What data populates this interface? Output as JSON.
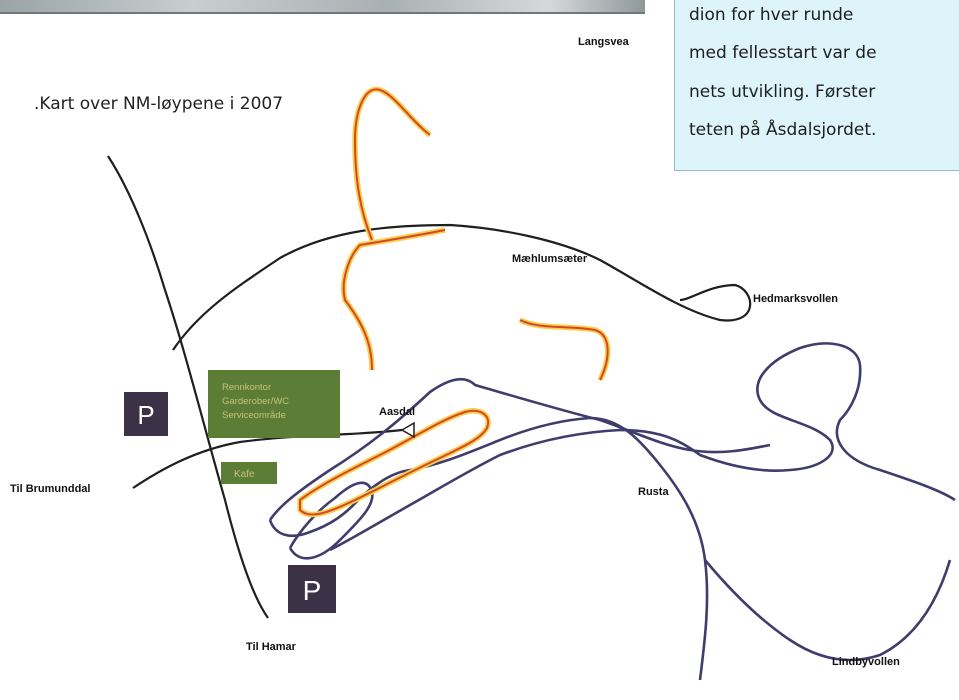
{
  "caption": ".Kart over NM-løypene i 2007",
  "textbox": {
    "lines": [
      "dion for hver runde",
      "med fellesstart var de",
      "nets utvikling. Førster",
      "teten på Åsdalsjordet."
    ]
  },
  "places": {
    "langsvea": "Langsvea",
    "maehlumsaeter": "Mæhlumsæter",
    "hedmarksvollen": "Hedmarksvollen",
    "aasdal": "Aasdal",
    "rusta": "Rusta",
    "lindbyvollen": "Lindbyvollen",
    "til_brumunddal": "Til Brumunddal",
    "til_hamar": "Til Hamar"
  },
  "facilities": {
    "main": [
      "Rennkontor",
      "Garderober/WC",
      "Serviceområde"
    ],
    "kafe": "Kafe"
  },
  "parking_label": "P",
  "colors": {
    "road": "#1f1f1f",
    "blue_trail": "#3e3d6b",
    "red_trail": "#d8452f",
    "yellow_trail": "#f3d24a",
    "facility_green": "#5b7d35",
    "facility_text": "#c9c07a",
    "parking_bg": "#3d3148",
    "textbox_bg": "#def4fb"
  }
}
